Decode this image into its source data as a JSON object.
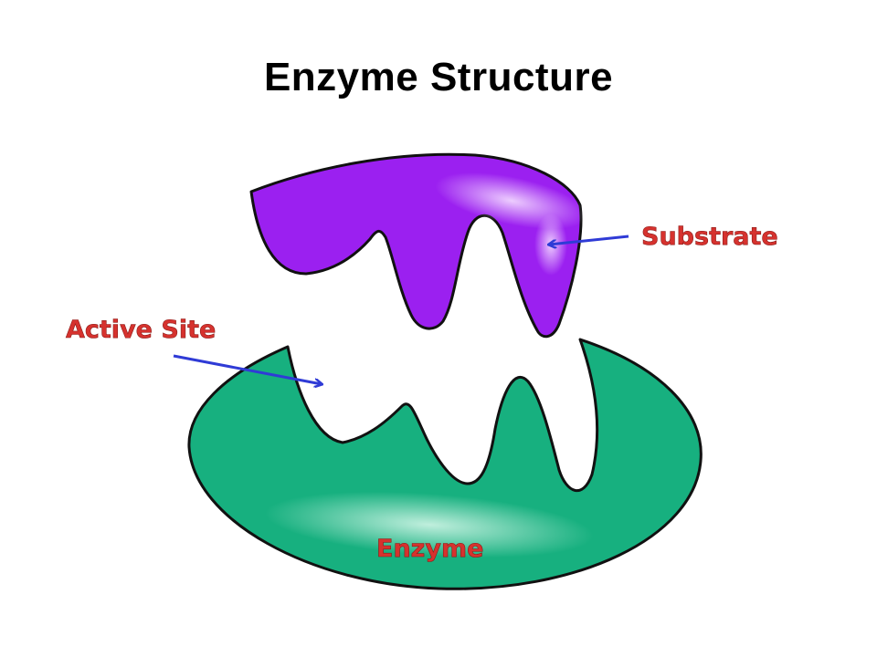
{
  "title": "Enzyme Structure",
  "labels": {
    "substrate": "Substrate",
    "active_site": "Active Site",
    "enzyme": "Enzyme"
  },
  "colors": {
    "substrate": "#9b20f0",
    "enzyme": "#17b07f",
    "arrow": "#2f3bd6",
    "label": "#d6322e"
  }
}
